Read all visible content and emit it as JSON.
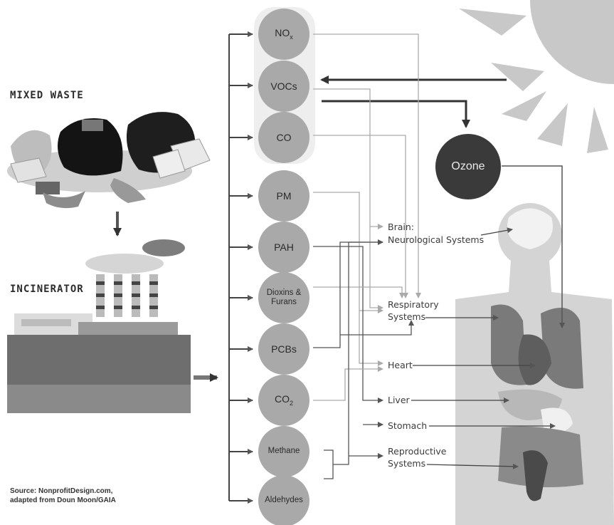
{
  "titles": {
    "mixed_waste": "MIXED WASTE",
    "incinerator": "INCINERATOR"
  },
  "pollutants": [
    {
      "id": "nox",
      "main": "NO",
      "sub": "x"
    },
    {
      "id": "vocs",
      "main": "VOCs",
      "sub": ""
    },
    {
      "id": "co",
      "main": "CO",
      "sub": ""
    },
    {
      "id": "pm",
      "main": "PM",
      "sub": ""
    },
    {
      "id": "pah",
      "main": "PAH",
      "sub": ""
    },
    {
      "id": "dioxins",
      "main": "Dioxins & Furans",
      "sub": ""
    },
    {
      "id": "pcbs",
      "main": "PCBs",
      "sub": ""
    },
    {
      "id": "co2",
      "main": "CO",
      "sub": "2"
    },
    {
      "id": "methane",
      "main": "Methane",
      "sub": ""
    },
    {
      "id": "aldehydes",
      "main": "Aldehydes",
      "sub": ""
    }
  ],
  "ozone": "Ozone",
  "organs": {
    "brain_1": "Brain:",
    "brain_2": "Neurological Systems",
    "resp_1": "Respiratory",
    "resp_2": "Systems",
    "heart": "Heart",
    "liver": "Liver",
    "stomach": "Stomach",
    "repro_1": "Reproductive",
    "repro_2": "Systems"
  },
  "source": {
    "line1": "Source: NonprofitDesign.com,",
    "line2": "adapted from Doun Moon/GAIA"
  },
  "colors": {
    "bubble": "#a9a9a9",
    "ozone": "#3a3a3a",
    "sun": "#c8c8c8",
    "body": "#d4d4d4"
  }
}
